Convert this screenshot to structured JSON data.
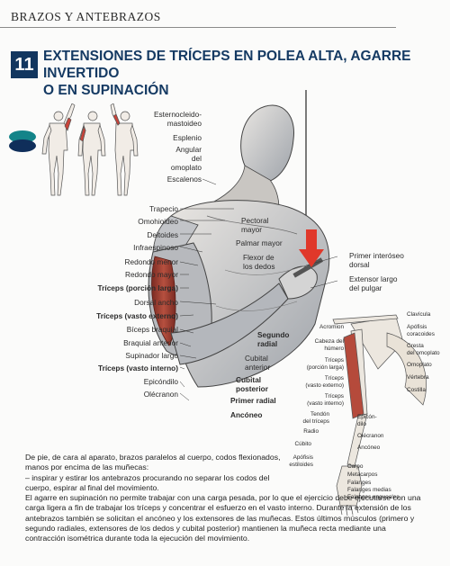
{
  "header": {
    "section": "BRAZOS Y ANTEBRAZOS"
  },
  "exercise": {
    "number": "11",
    "title_line1": "EXTENSIONES DE TRÍCEPS EN POLEA ALTA, AGARRE INVERTIDO",
    "title_line2": "O EN SUPINACIÓN"
  },
  "labels_top": {
    "esterno1": "Esternocleido-",
    "esterno2": "mastoideo",
    "esplenio": "Esplenio",
    "angular1": "Angular",
    "angular2": "del",
    "angular3": "omoplato",
    "escalenos": "Escalenos"
  },
  "labels_left": {
    "trapecio": "Trapecio",
    "omohioideo": "Omohioideo",
    "deltoides": "Deltoides",
    "infraespinoso": "Infraespinoso",
    "redondo_menor": "Redondo menor",
    "redondo_mayor": "Redondo mayor",
    "triceps_larga": "Tríceps (porción larga)",
    "dorsal_ancho": "Dorsal ancho",
    "triceps_externo": "Tríceps (vasto externo)",
    "biceps": "Bíceps braquial",
    "braquial": "Braquial anterior",
    "supinador": "Supinador largo",
    "triceps_interno": "Tríceps (vasto interno)",
    "epicondilo": "Epicóndilo",
    "olecranon": "Olécranon"
  },
  "labels_center": {
    "pectoral1": "Pectoral",
    "pectoral2": "mayor",
    "palmar": "Palmar mayor",
    "flexor1": "Flexor de",
    "flexor2": "los dedos",
    "segundo1": "Segundo",
    "segundo2": "radial",
    "cubital_ant1": "Cubital",
    "cubital_ant2": "anterior",
    "cubital_post1": "Cubital",
    "cubital_post2": "posterior",
    "primer_radial": "Primer radial",
    "anconeo": "Ancóneo"
  },
  "labels_right": {
    "interoseo1": "Primer interóseo",
    "interoseo2": "dorsal",
    "extensor1": "Extensor largo",
    "extensor2": "del pulgar"
  },
  "inset": {
    "acromion": "Acromion",
    "cabeza1": "Cabeza del",
    "cabeza2": "húmero",
    "tri_larga1": "Tríceps",
    "tri_larga2": "(porción larga)",
    "tri_ext1": "Tríceps",
    "tri_ext2": "(vasto externo)",
    "tri_int1": "Tríceps",
    "tri_int2": "(vasto interno)",
    "tendon1": "Tendón",
    "tendon2": "del tríceps",
    "radio": "Radio",
    "cubito": "Cúbito",
    "apofisis_est1": "Apófisis",
    "apofisis_est2": "estiloides",
    "clavicula": "Clavícula",
    "apofisis_cor1": "Apófisis",
    "apofisis_cor2": "coracoides",
    "cresta1": "Cresta",
    "cresta2": "del omoplato",
    "omoplato": "Omoplato",
    "vertebra": "Vértebra",
    "costilla": "Costilla",
    "epicondilo1": "Epicón-",
    "epicondilo2": "dilo",
    "olecranon": "Olécranon",
    "anconeo": "Ancóneo",
    "carpo": "Carpo",
    "metacarpos": "Metacarpos",
    "falanges": "Falanges",
    "falanges_medias": "Falanges medias",
    "falanges_ungueales": "Falanges ungueales"
  },
  "body": {
    "p1": "De pie, de cara al aparato, brazos paralelos al cuerpo, codos flexionados, manos por encima de las muñecas:",
    "p2": "– inspirar y estirar los antebrazos procurando no separar los codos del cuerpo, espirar al final del movimiento.",
    "p3": "El agarre en supinación no permite trabajar con una carga pesada, por lo que el ejercicio debe ejecutarse con una carga ligera a fin de trabajar los tríceps y concentrar el esfuerzo en el vasto interno. Durante la extensión de los antebrazos también se solicitan el ancóneo y los extensores de las muñecas. Estos últimos músculos (primero y segundo radiales, extensores de los dedos y cubital posterior) mantienen la muñeca recta mediante una contracción isométrica durante toda la ejecución del movimiento."
  },
  "colors": {
    "title": "#153a63",
    "badge": "#12365f",
    "dot_teal": "#138489",
    "dot_navy": "#0f2e5a",
    "arrow": "#e0382a",
    "muscle": "#a13a2e"
  }
}
